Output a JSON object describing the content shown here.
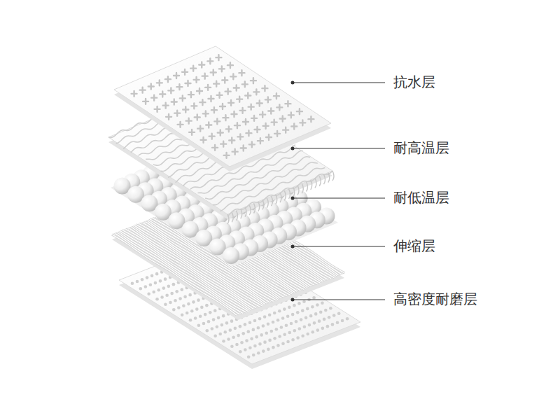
{
  "diagram": {
    "labels": [
      "抗水层",
      "耐高温层",
      "耐低温层",
      "伸缩层",
      "高密度耐磨层"
    ]
  }
}
